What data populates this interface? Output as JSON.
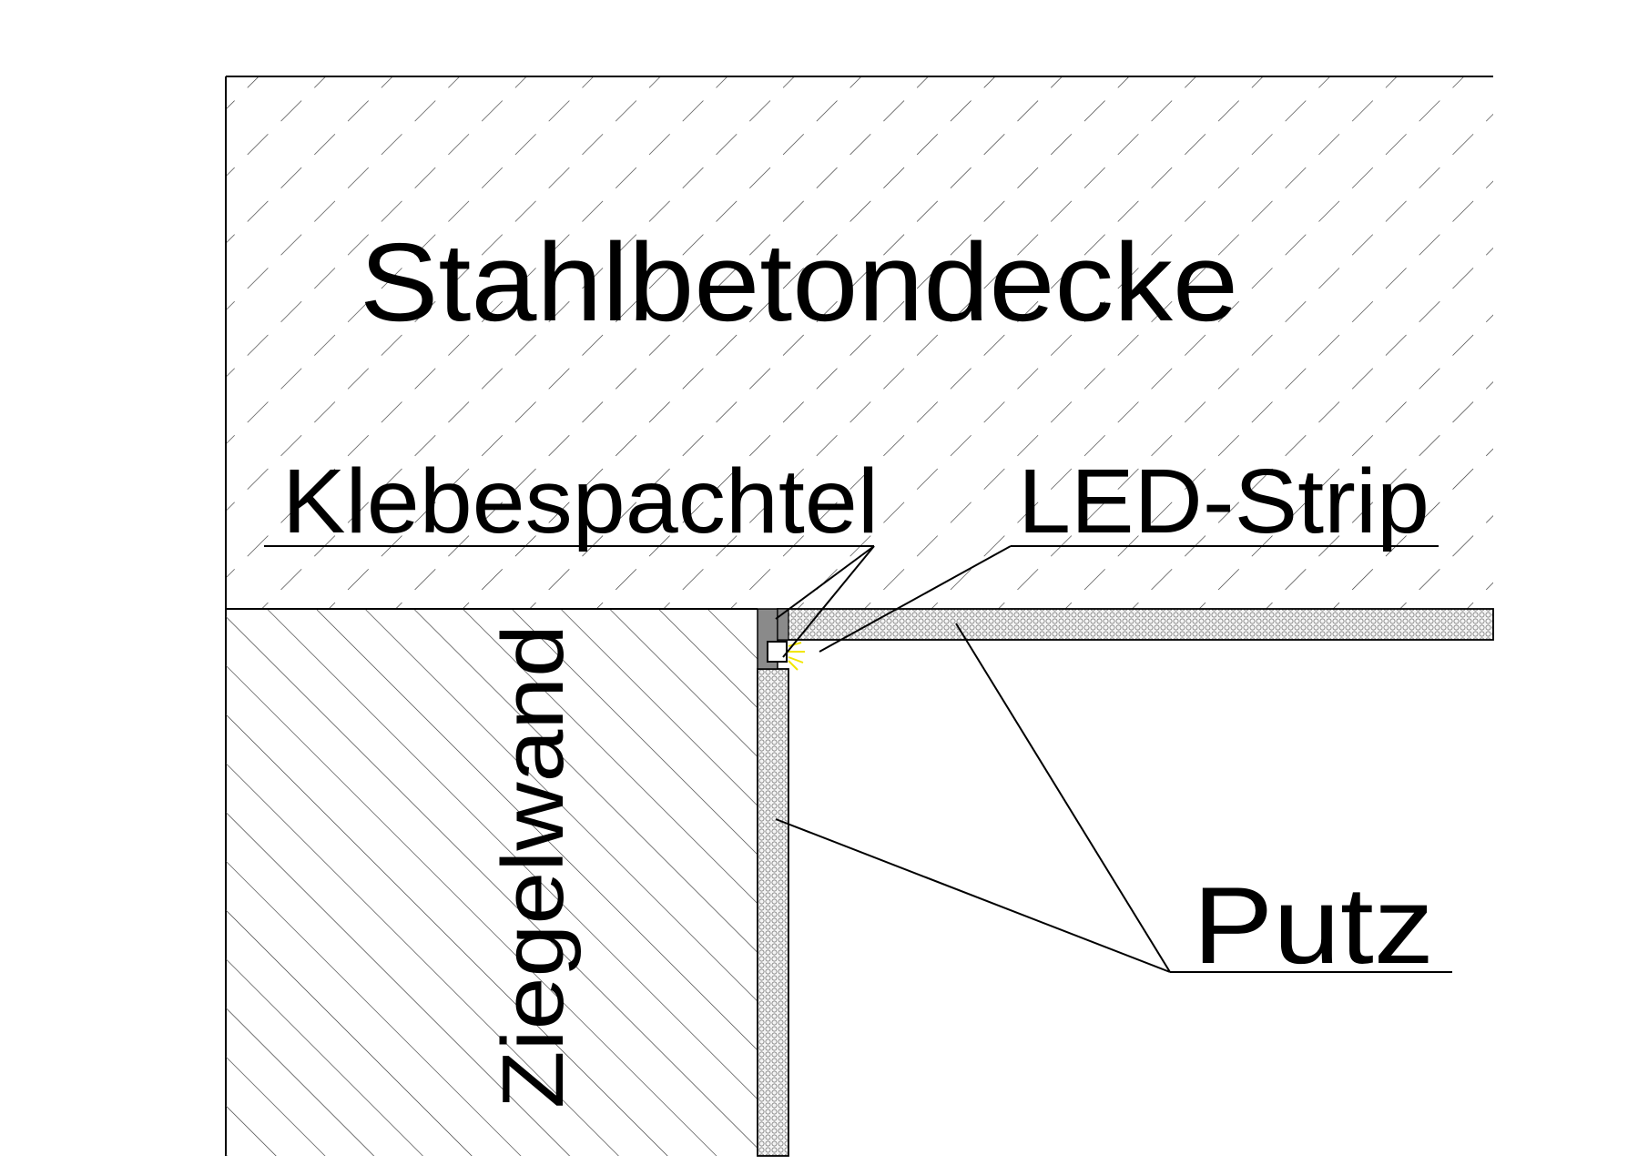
{
  "labels": {
    "ceiling": "Stahlbetondecke",
    "adhesive": "Klebespachtel",
    "led": "LED-Strip",
    "wall": "Ziegelwand",
    "plaster": "Putz"
  },
  "materials": {
    "ceiling": "reinforced-concrete-hatch",
    "wall": "brick-hatch",
    "plaster": "plaster-cell-pattern",
    "adhesive": "gray-fill",
    "led": "led-light-glow"
  },
  "colors": {
    "line": "#000000",
    "background": "#ffffff",
    "adhesive": "#8a8a8a",
    "plaster": "#d8d8d8",
    "led_glow": "#f2e600"
  }
}
